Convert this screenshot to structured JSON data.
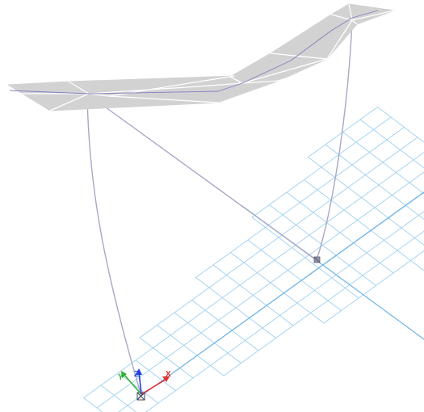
{
  "view": {
    "background": "#ffffff",
    "grid_color": "#9fd0f0",
    "grid_major_color": "#6fb4e6",
    "surface_fill": "#d2d2d2",
    "surface_edge": "#ffffff",
    "cable_color": "#a8a8c8",
    "axes": {
      "x": {
        "label": "X",
        "color": "#e03030"
      },
      "y": {
        "label": "Y",
        "color": "#30b030"
      },
      "z": {
        "label": "Z",
        "color": "#2040e0"
      }
    }
  }
}
